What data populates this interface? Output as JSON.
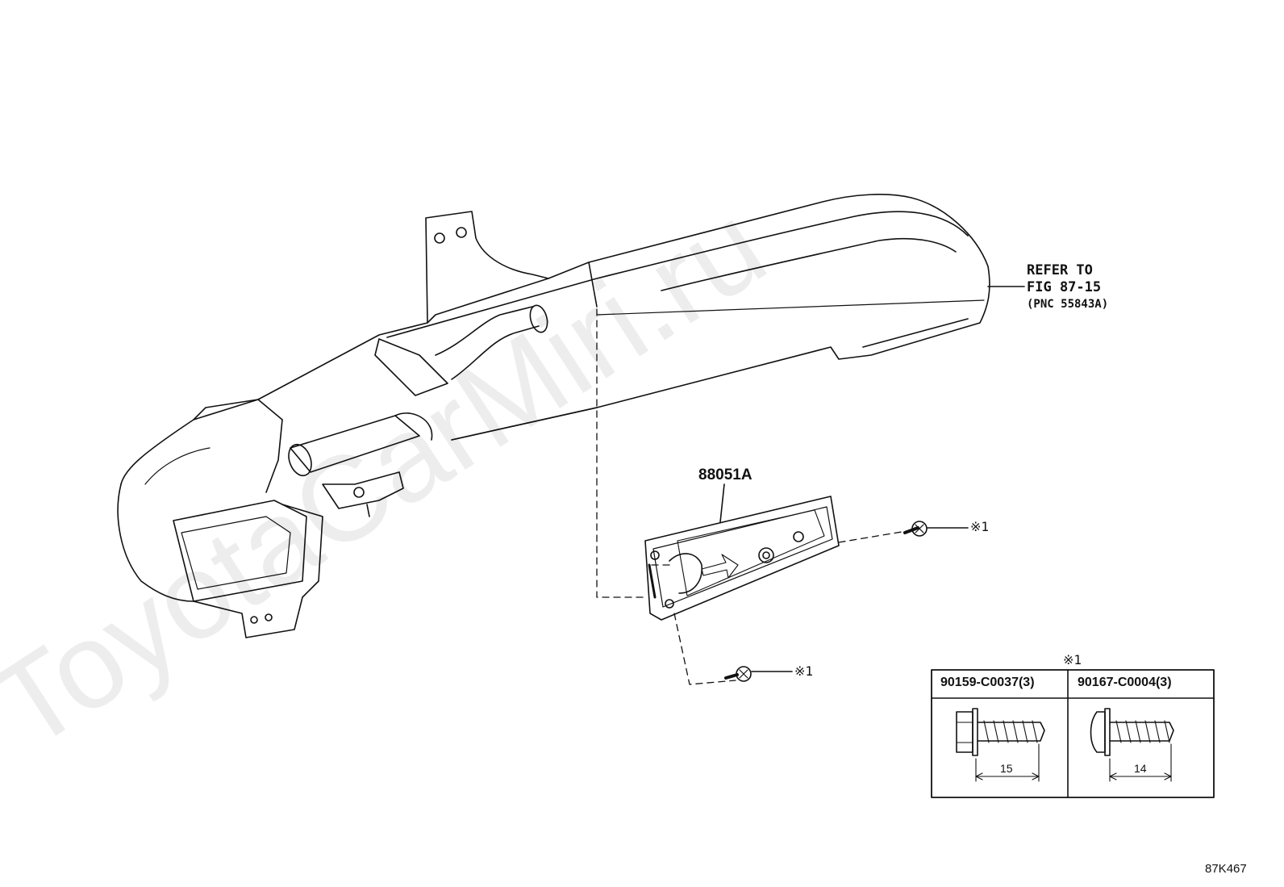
{
  "watermark": "ToyotaCarMiri.ru",
  "labels": {
    "part_88051A": "88051A",
    "refer_line1": "REFER TO",
    "refer_line2": "FIG 87-15",
    "refer_line3": "(PNC 55843A)",
    "note_mark_a": "※1",
    "note_mark_b": "※1",
    "figure_code": "87K467"
  },
  "fastener_table": {
    "title": "※1",
    "columns": [
      {
        "part_number": "90159-C0037(3)",
        "length": "15"
      },
      {
        "part_number": "90167-C0004(3)",
        "length": "14"
      }
    ]
  }
}
